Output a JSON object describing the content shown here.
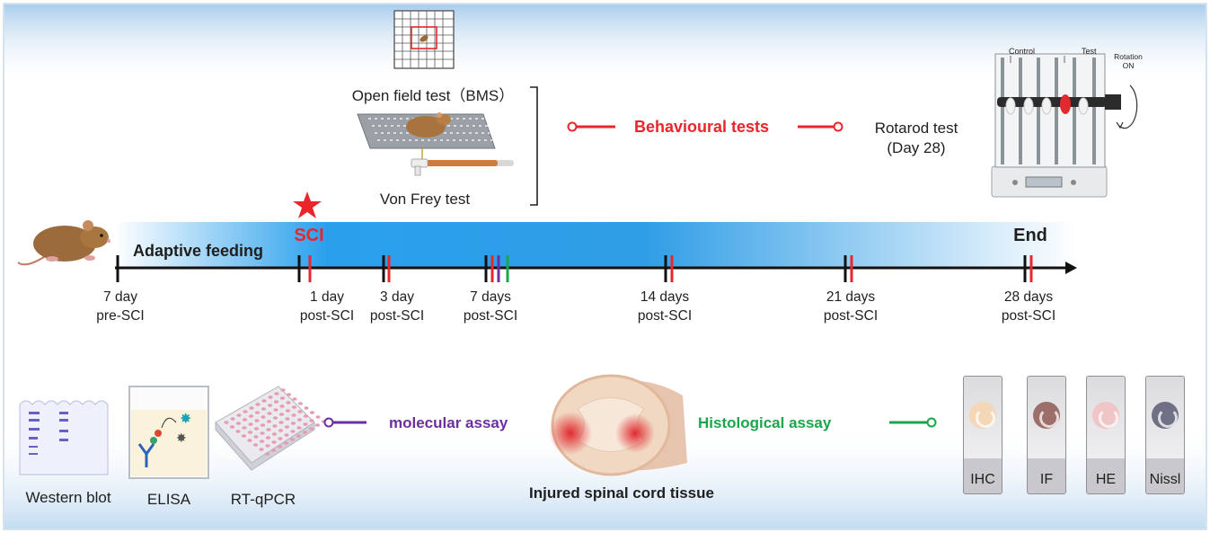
{
  "behavioural": {
    "open_field_label": "Open field test（BMS）",
    "von_frey_label": "Von Frey test",
    "title": "Behavioural tests",
    "rotarod_label_line1": "Rotarod test",
    "rotarod_label_line2": "(Day 28)",
    "rotarod_control": "Control",
    "rotarod_test": "Test",
    "rotarod_rotation": "Rotation",
    "rotarod_on": "ON"
  },
  "timeline": {
    "adaptive_feeding": "Adaptive feeding",
    "sci_label": "SCI",
    "end_label": "End",
    "ticks": [
      {
        "line1": "7 day",
        "line2": "pre-SCI",
        "day": -7
      },
      {
        "line1": "1 day",
        "line2": "post-SCI",
        "day": 1
      },
      {
        "line1": "3 day",
        "line2": "post-SCI",
        "day": 3
      },
      {
        "line1": "7 days",
        "line2": "post-SCI",
        "day": 7
      },
      {
        "line1": "14 days",
        "line2": "post-SCI",
        "day": 14
      },
      {
        "line1": "21 days",
        "line2": "post-SCI",
        "day": 21
      },
      {
        "line1": "28 days",
        "line2": "post-SCI",
        "day": 28
      }
    ]
  },
  "assays": {
    "western_blot": "Western blot",
    "elisa": "ELISA",
    "rt_qpcr": "RT-qPCR",
    "molecular": "molecular assay",
    "tissue": "Injured spinal cord tissue",
    "histological": "Histological assay",
    "slides": [
      "IHC",
      "IF",
      "HE",
      "Nissl"
    ]
  },
  "colors": {
    "behaviour": "#e8262b",
    "molecular": "#6b2fa0",
    "histological": "#1aa64a",
    "timeline_blue": "#1a8fe0"
  }
}
